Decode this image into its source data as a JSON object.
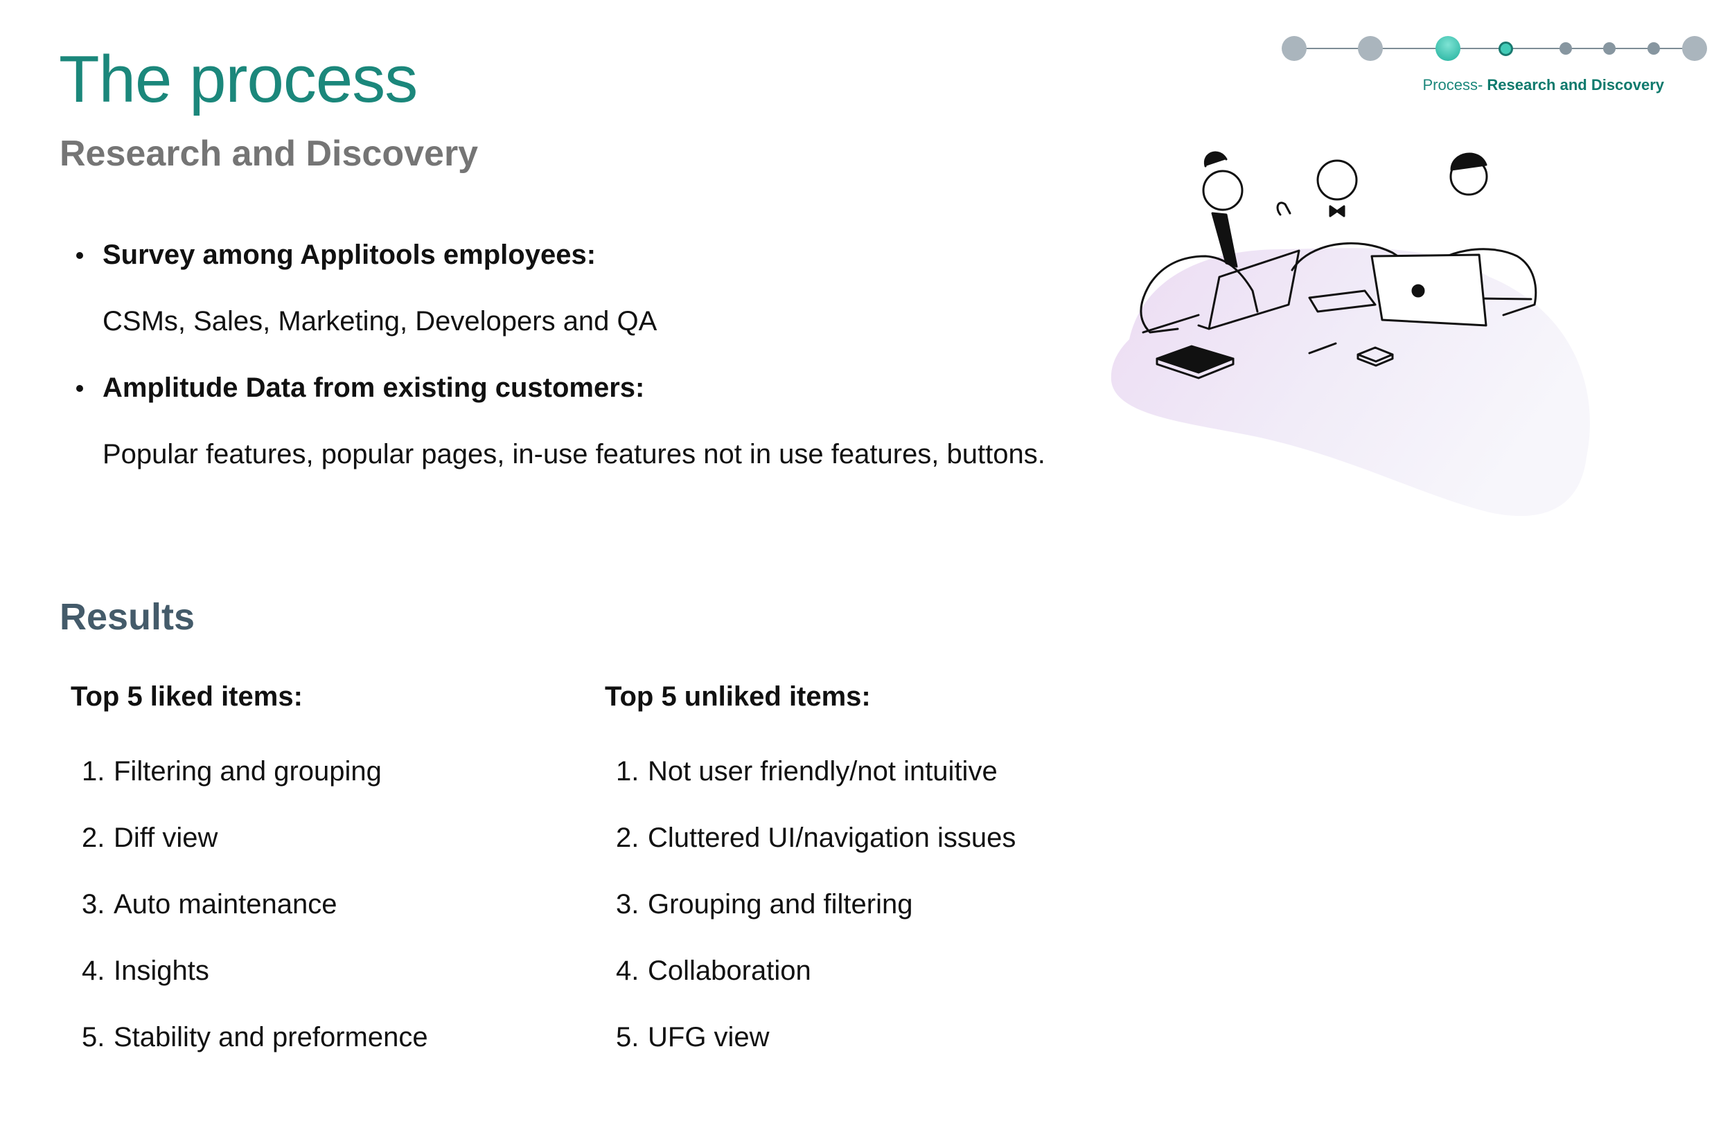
{
  "header": {
    "title": "The process",
    "subtitle": "Research and Discovery"
  },
  "research": {
    "items": [
      {
        "heading": "Survey among Applitools employees:",
        "description": "CSMs, Sales, Marketing, Developers and QA"
      },
      {
        "heading": "Amplitude Data from existing customers:",
        "description": "Popular features, popular pages, in-use features not in use features, buttons."
      }
    ]
  },
  "results": {
    "title": "Results",
    "liked": {
      "heading": "Top 5 liked items:",
      "items": [
        "Filtering and grouping",
        "Diff view",
        "Auto maintenance",
        "Insights",
        "Stability and preformence"
      ]
    },
    "unliked": {
      "heading": "Top 5 unliked items:",
      "items": [
        "Not user friendly/not intuitive",
        "Cluttered UI/navigation issues",
        "Grouping and filtering",
        "Collaboration",
        "UFG view"
      ]
    }
  },
  "progress": {
    "prefix": "Process- ",
    "current": "Research and Discovery",
    "total_steps": 8,
    "current_step": 3,
    "colors": {
      "active": "#35c1ae",
      "inactive": "#aab5bd",
      "line": "#7d8d96"
    }
  },
  "colors": {
    "title": "#1b877b",
    "subtitle": "#757575",
    "results": "#445b6a"
  },
  "illustration": {
    "icon": "team-meeting-illustration"
  }
}
